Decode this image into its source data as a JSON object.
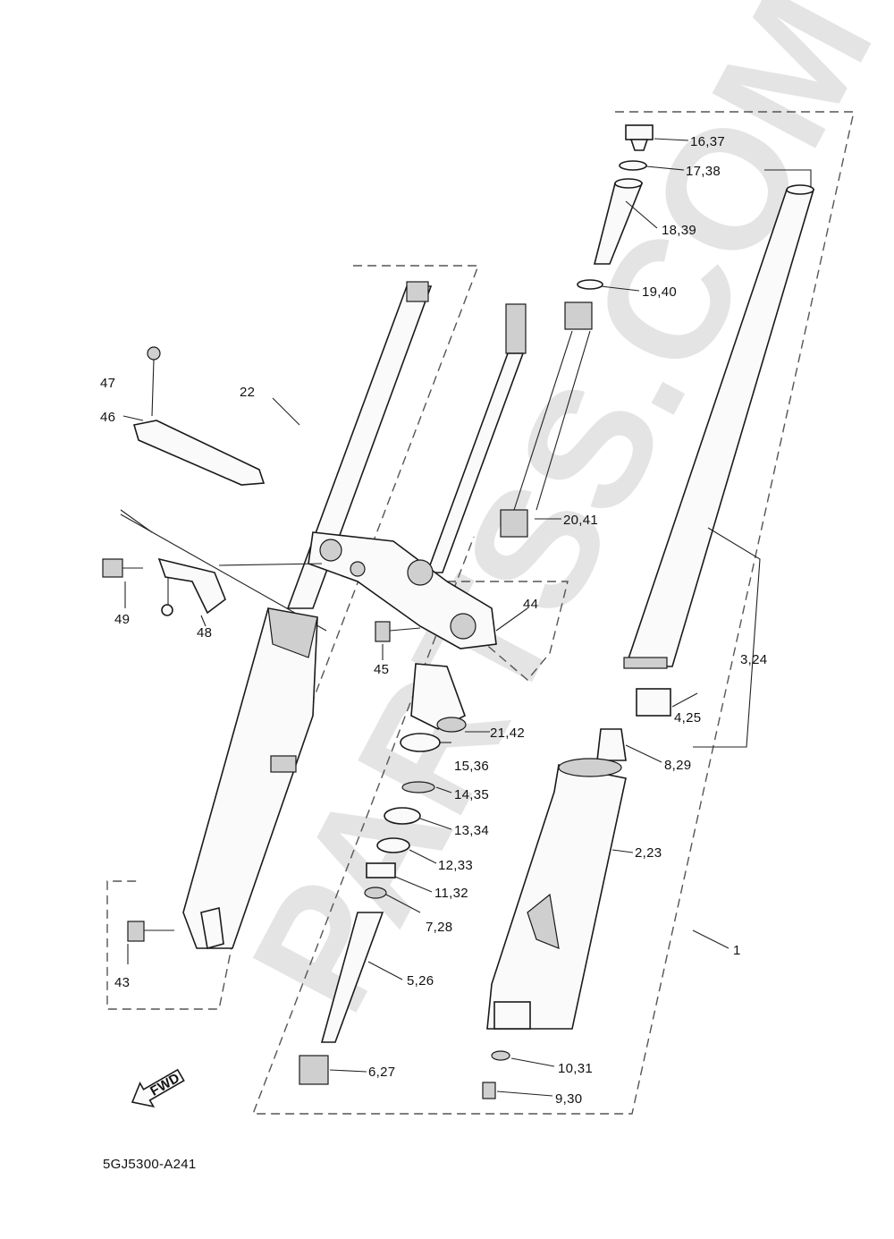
{
  "diagram": {
    "code": "5GJ5300-A241",
    "watermark": "PARTSS.COM",
    "fwd_label": "FWD",
    "callouts": [
      {
        "id": "c-16-37",
        "text": "16,37"
      },
      {
        "id": "c-17-38",
        "text": "17,38"
      },
      {
        "id": "c-18-39",
        "text": "18,39"
      },
      {
        "id": "c-19-40",
        "text": "19,40"
      },
      {
        "id": "c-20-41",
        "text": "20,41"
      },
      {
        "id": "c-22",
        "text": "22"
      },
      {
        "id": "c-47",
        "text": "47"
      },
      {
        "id": "c-46",
        "text": "46"
      },
      {
        "id": "c-49",
        "text": "49"
      },
      {
        "id": "c-48",
        "text": "48"
      },
      {
        "id": "c-44",
        "text": "44"
      },
      {
        "id": "c-45",
        "text": "45"
      },
      {
        "id": "c-3-24",
        "text": "3,24"
      },
      {
        "id": "c-4-25",
        "text": "4,25"
      },
      {
        "id": "c-21-42",
        "text": "21,42"
      },
      {
        "id": "c-8-29",
        "text": "8,29"
      },
      {
        "id": "c-15-36",
        "text": "15,36"
      },
      {
        "id": "c-14-35",
        "text": "14,35"
      },
      {
        "id": "c-13-34",
        "text": "13,34"
      },
      {
        "id": "c-2-23",
        "text": "2,23"
      },
      {
        "id": "c-12-33",
        "text": "12,33"
      },
      {
        "id": "c-11-32",
        "text": "11,32"
      },
      {
        "id": "c-7-28",
        "text": "7,28"
      },
      {
        "id": "c-1",
        "text": "1"
      },
      {
        "id": "c-5-26",
        "text": "5,26"
      },
      {
        "id": "c-43",
        "text": "43"
      },
      {
        "id": "c-10-31",
        "text": "10,31"
      },
      {
        "id": "c-6-27",
        "text": "6,27"
      },
      {
        "id": "c-9-30",
        "text": "9,30"
      }
    ]
  }
}
